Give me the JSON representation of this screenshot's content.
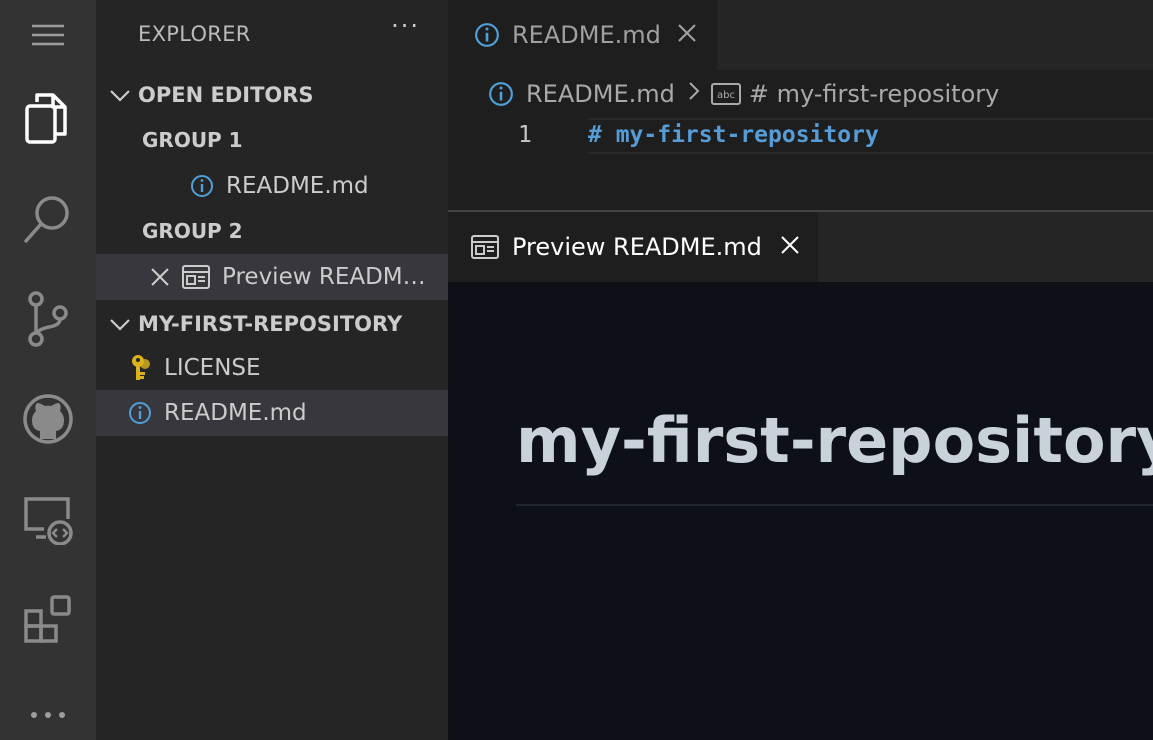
{
  "activity_bar": {
    "icons": [
      "menu-icon",
      "explorer-icon",
      "search-icon",
      "source-control-icon",
      "github-icon",
      "remote-explorer-icon",
      "extensions-icon",
      "more-icon"
    ]
  },
  "sidebar": {
    "title": "EXPLORER",
    "more": "···",
    "open_editors": {
      "label": "OPEN EDITORS",
      "group1_label": "GROUP 1",
      "group1_file": "README.md",
      "group2_label": "GROUP 2",
      "group2_file": "Preview README.md"
    },
    "repo": {
      "label": "MY-FIRST-REPOSITORY",
      "files": [
        "LICENSE",
        "README.md"
      ]
    }
  },
  "editor": {
    "tab_label": "README.md",
    "breadcrumb": {
      "file": "README.md",
      "symbol": "# my-first-repository"
    },
    "line_number": "1",
    "code": "# my-first-repository"
  },
  "preview": {
    "tab_label": "Preview README.md",
    "heading": "my-first-repository"
  },
  "colors": {
    "accent_blue": "#569cd6",
    "info_icon": "#4fa0d8",
    "key_icon": "#d9b31d"
  }
}
